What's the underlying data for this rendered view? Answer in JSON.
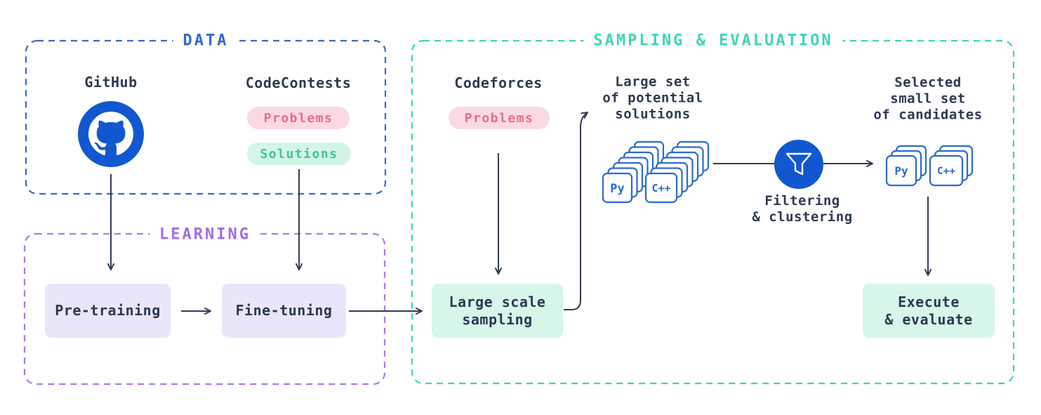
{
  "colors": {
    "data_accent": "#2f6ad0",
    "data_border": "#3a6cc0",
    "learning_accent": "#a26ee6",
    "learning_border": "#ab7ae8",
    "sampling_accent": "#41d3b8",
    "github_blue": "#1158d0",
    "filter_blue": "#1158d0",
    "card_blue": "#2b6bd0",
    "problems_badge_bg": "#fbd9e3",
    "problems_badge_text": "#e96d84",
    "solutions_badge_bg": "#d2f5e6",
    "solutions_badge_text": "#3ec3a2",
    "node_lavender_bg": "#e9e6f9",
    "node_mint_bg": "#d5f6e8",
    "ink": "#2e3a52"
  },
  "icons": {
    "github": "github-octocat-mark",
    "filter": "funnel"
  },
  "data_section": {
    "title": "DATA",
    "github_label": "GitHub",
    "codecontests_label": "CodeContests",
    "problems_badge": "Problems",
    "solutions_badge": "Solutions"
  },
  "learning_section": {
    "title": "LEARNING",
    "pretraining_label": "Pre-training",
    "finetuning_label": "Fine-tuning"
  },
  "sampling_section": {
    "title": "SAMPLING & EVALUATION",
    "codeforces_label": "Codeforces",
    "problems_badge": "Problems",
    "large_scale_sampling_label": "Large scale\nsampling",
    "large_set_label": "Large set\nof potential\nsolutions",
    "filtering_label": "Filtering\n& clustering",
    "selected_label": "Selected\nsmall set\nof candidates",
    "execute_label": "Execute\n& evaluate",
    "py_card_label": "Py",
    "cpp_card_label": "C++"
  }
}
